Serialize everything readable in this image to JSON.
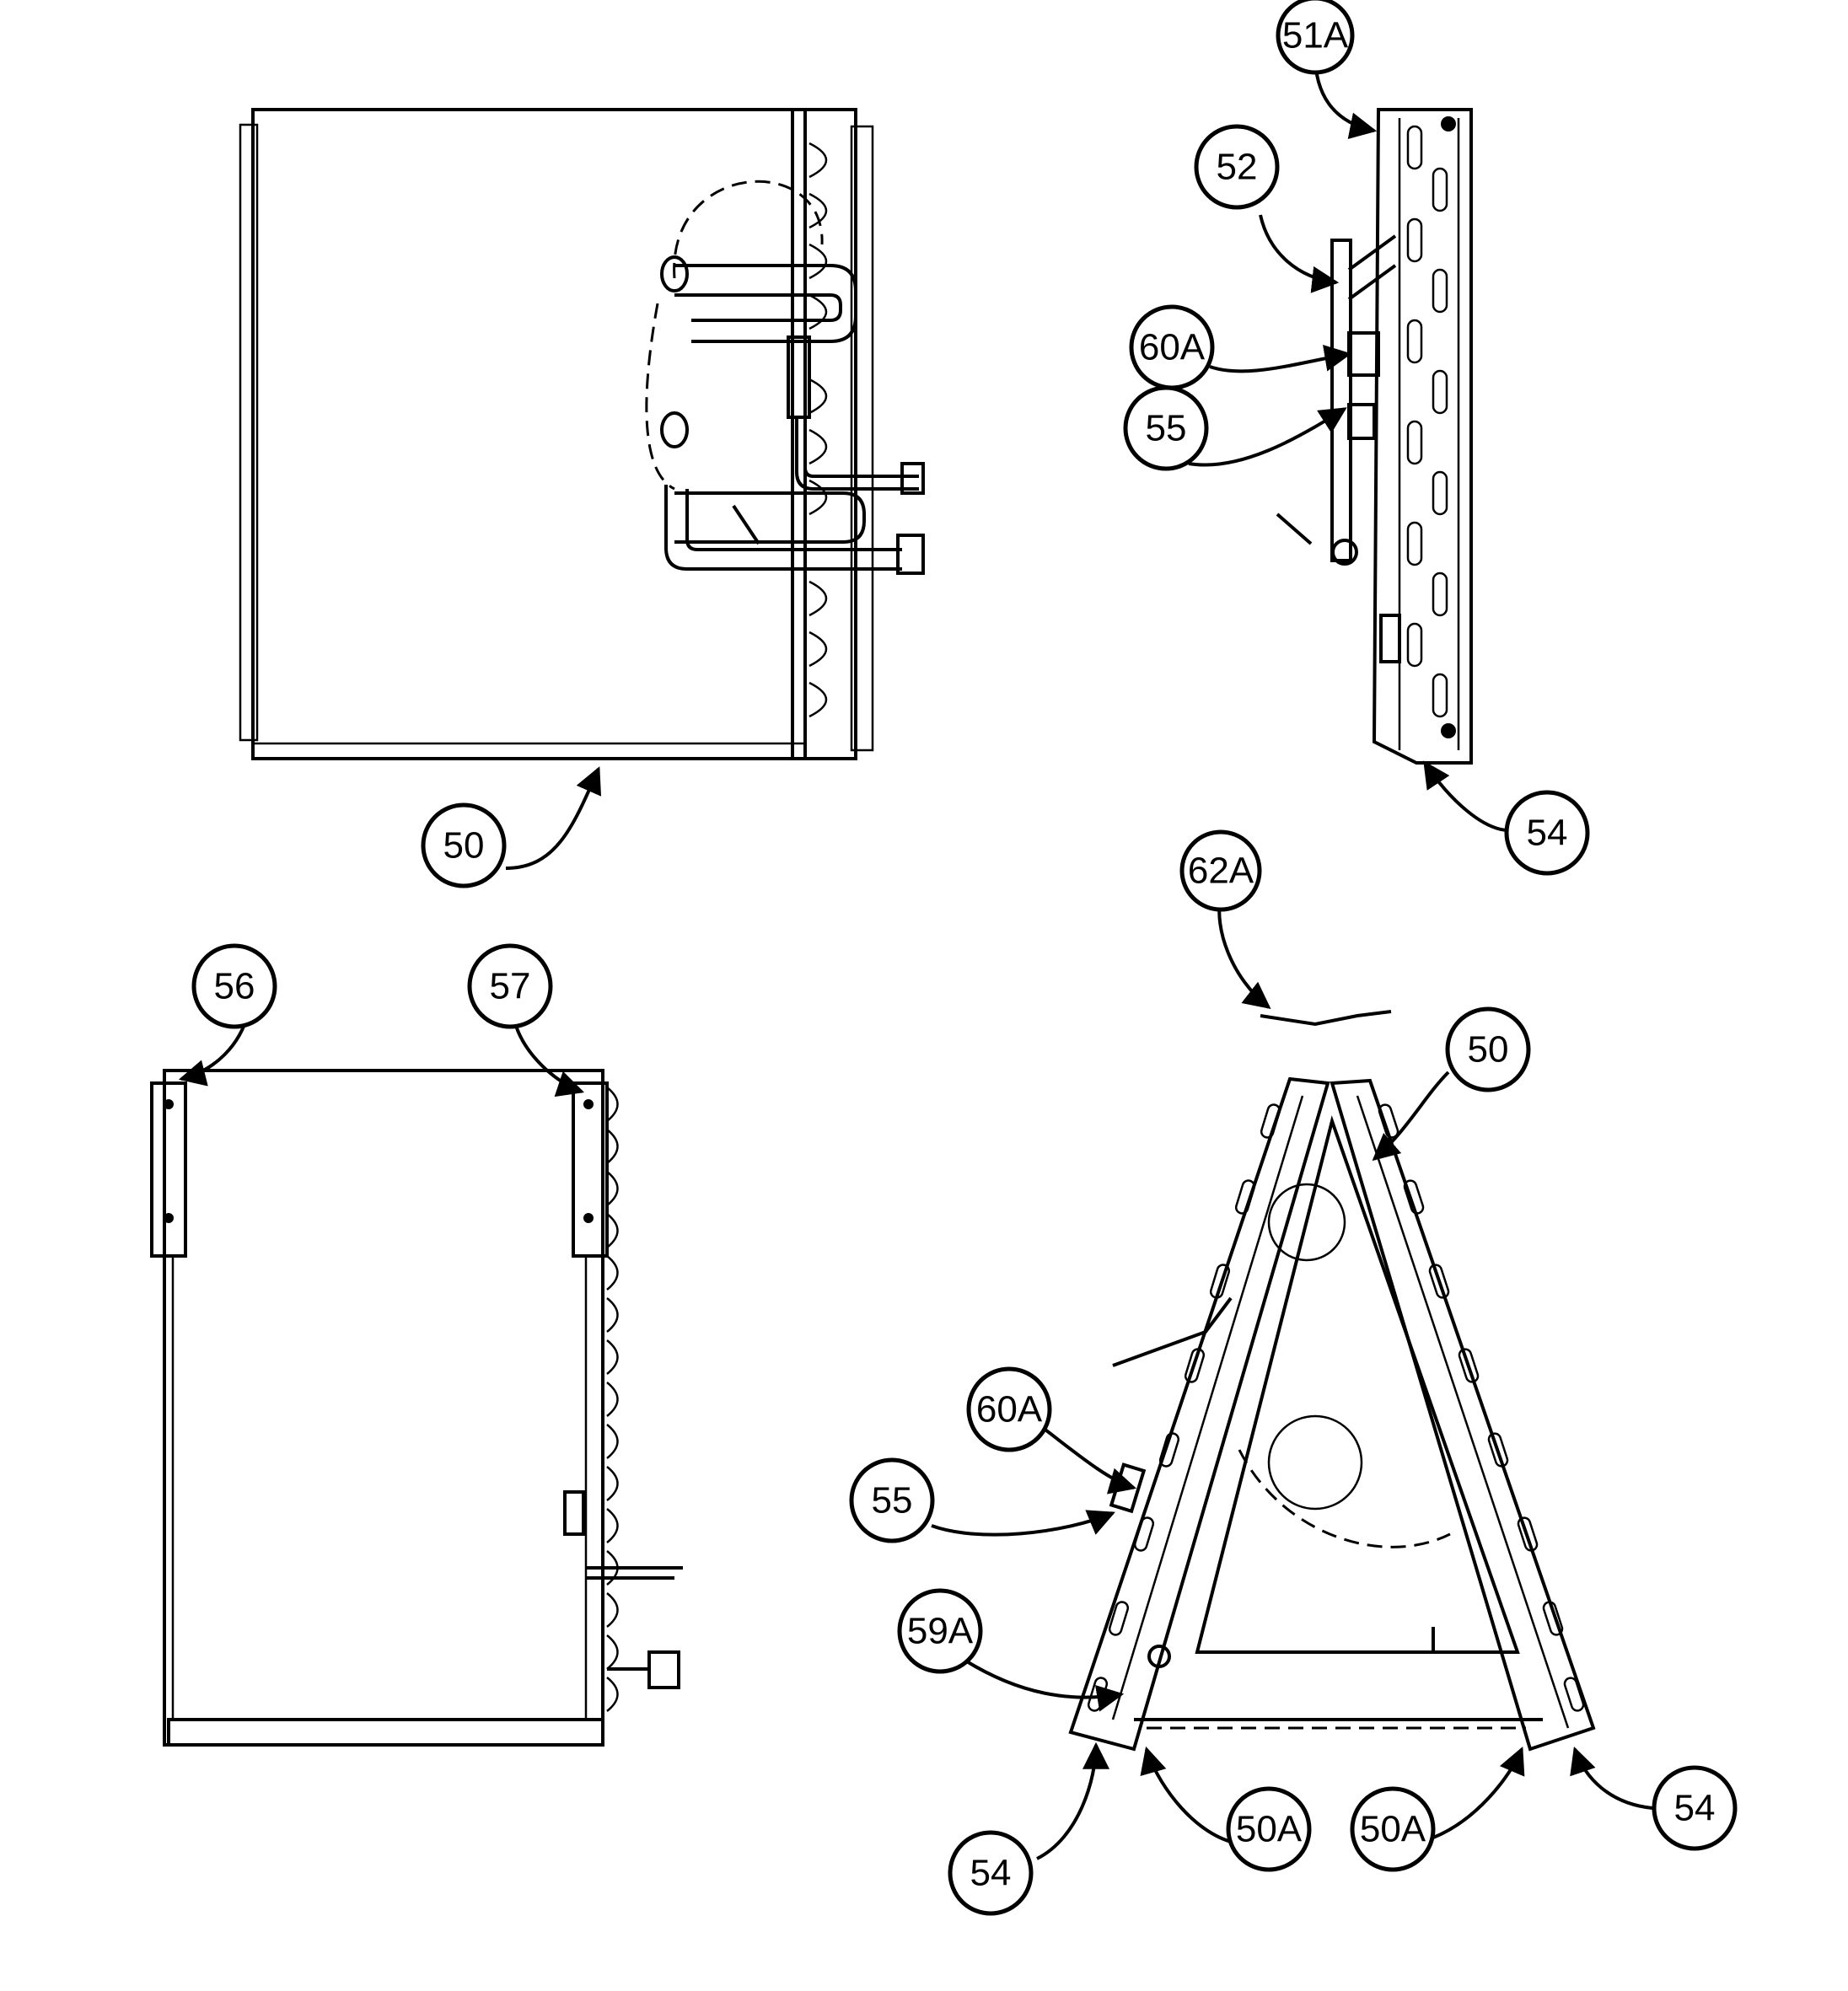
{
  "callouts": {
    "top_left_50": "50",
    "top_right_51A": "51A",
    "top_right_52": "52",
    "top_right_60A": "60A",
    "top_right_55": "55",
    "top_right_54": "54",
    "bottom_left_56": "56",
    "bottom_left_57": "57",
    "bottom_right_62A": "62A",
    "bottom_right_50": "50",
    "bottom_right_60A": "60A",
    "bottom_right_55": "55",
    "bottom_right_59A": "59A",
    "bottom_right_54_left": "54",
    "bottom_right_50A_left": "50A",
    "bottom_right_50A_right": "50A",
    "bottom_right_54_right": "54"
  }
}
